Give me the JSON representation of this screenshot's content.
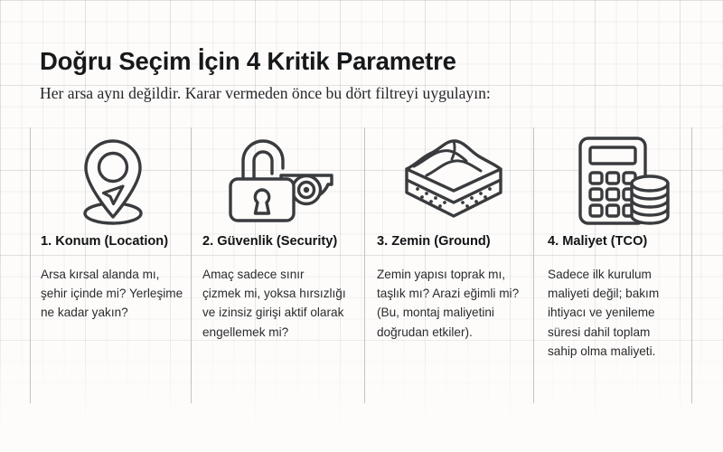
{
  "header": {
    "title": "Doğru Seçim İçin 4 Kritik Parametre",
    "subtitle": "Her arsa aynı değildir. Karar vermeden önce bu dört filtreyi uygulayın:"
  },
  "colors": {
    "background": "#fdfcfa",
    "grid_line": "#8c8c96",
    "divider": "#c2c2c6",
    "title_text": "#17181a",
    "body_text": "#2a2b2f",
    "icon_stroke": "#3a3b3e"
  },
  "columns": [
    {
      "icon": "location-pin-icon",
      "heading": "1. Konum (Location)",
      "body_lines": [
        "Arsa kırsal alanda mı,",
        "şehir içinde mi? Yerleşime",
        "ne kadar yakın?"
      ]
    },
    {
      "icon": "padlock-camera-icon",
      "heading": "2. Güvenlik (Security)",
      "body_lines": [
        "Amaç sadece sınır",
        "çizmek mi, yoksa hırsızlığı",
        "ve izinsiz girişi aktif olarak",
        "engellemek mi?"
      ]
    },
    {
      "icon": "soil-layers-icon",
      "heading": "3. Zemin (Ground)",
      "body_lines": [
        "Zemin yapısı toprak mı,",
        "taşlık mı? Arazi eğimli mi?",
        "(Bu, montaj maliyetini",
        "doğrudan etkiler)."
      ]
    },
    {
      "icon": "calculator-coins-icon",
      "heading": "4. Maliyet (TCO)",
      "body_lines": [
        "Sadece ilk kurulum",
        "maliyeti değil; bakım",
        "ihtiyacı ve yenileme",
        "süresi dahil toplam",
        "sahip olma maliyeti."
      ]
    }
  ]
}
